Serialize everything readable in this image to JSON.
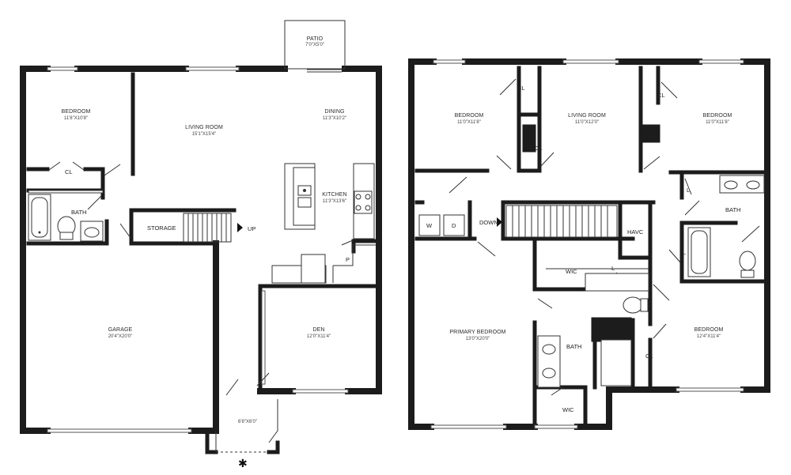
{
  "colors": {
    "wall": "#1c1c1c",
    "text": "#2b2b2b",
    "background": "#ffffff"
  },
  "first_floor": {
    "rooms": [
      {
        "name": "PATIO",
        "dims": "7'0\"X5'0\""
      },
      {
        "name": "BEDROOM",
        "dims": "11'8\"X10'8\""
      },
      {
        "name": "LIVING ROOM",
        "dims": "15'1\"X15'4\""
      },
      {
        "name": "DINING",
        "dims": "11'3\"X10'2\""
      },
      {
        "name": "KITCHEN",
        "dims": "11'3\"X13'6\""
      },
      {
        "name": "GARAGE",
        "dims": "20'4\"X20'0\""
      },
      {
        "name": "DEN",
        "dims": "12'0\"X11'4\""
      },
      {
        "name": "",
        "dims": "6'8\"X6'0\""
      }
    ],
    "tags": {
      "closet": "CL",
      "bath": "BATH",
      "storage": "STORAGE",
      "stairs": "UP",
      "pantry": "P"
    }
  },
  "second_floor": {
    "rooms": [
      {
        "name": "BEDROOM",
        "dims": "11'0\"X11'8\""
      },
      {
        "name": "LIVING ROOM",
        "dims": "11'0\"X12'0\""
      },
      {
        "name": "BEDROOM",
        "dims": "11'0\"X11'8\""
      },
      {
        "name": "PRIMARY BEDROOM",
        "dims": "13'0\"X20'0\""
      },
      {
        "name": "BEDROOM",
        "dims": "12'4\"X11'4\""
      }
    ],
    "tags": {
      "cl_a": "CL",
      "cl_b": "CL",
      "cl_c": "CL",
      "cl_d": "CL",
      "washer": "W",
      "dryer": "D",
      "stairs": "DOWN",
      "havc": "HAVC",
      "bath_a": "BATH",
      "bath_b": "BATH",
      "wic_a": "WIC",
      "wic_b": "WIC",
      "l_a": "L",
      "l_b": "L",
      "l_c": "L"
    }
  }
}
